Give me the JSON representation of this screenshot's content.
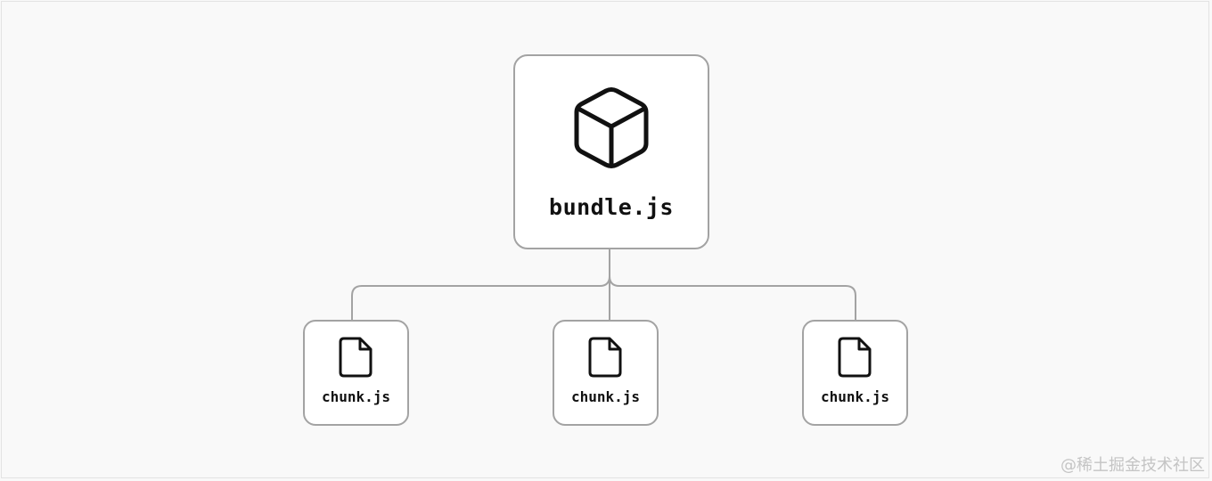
{
  "diagram": {
    "root": {
      "label": "bundle.js",
      "icon": "package-cube-icon"
    },
    "children": [
      {
        "label": "chunk.js",
        "icon": "file-icon"
      },
      {
        "label": "chunk.js",
        "icon": "file-icon"
      },
      {
        "label": "chunk.js",
        "icon": "file-icon"
      }
    ],
    "colors": {
      "background": "#f9f9f9",
      "node_fill": "#ffffff",
      "node_border": "#a3a3a3",
      "connector": "#a3a3a3",
      "icon_stroke": "#111111"
    }
  },
  "watermark": "@稀土掘金技术社区"
}
